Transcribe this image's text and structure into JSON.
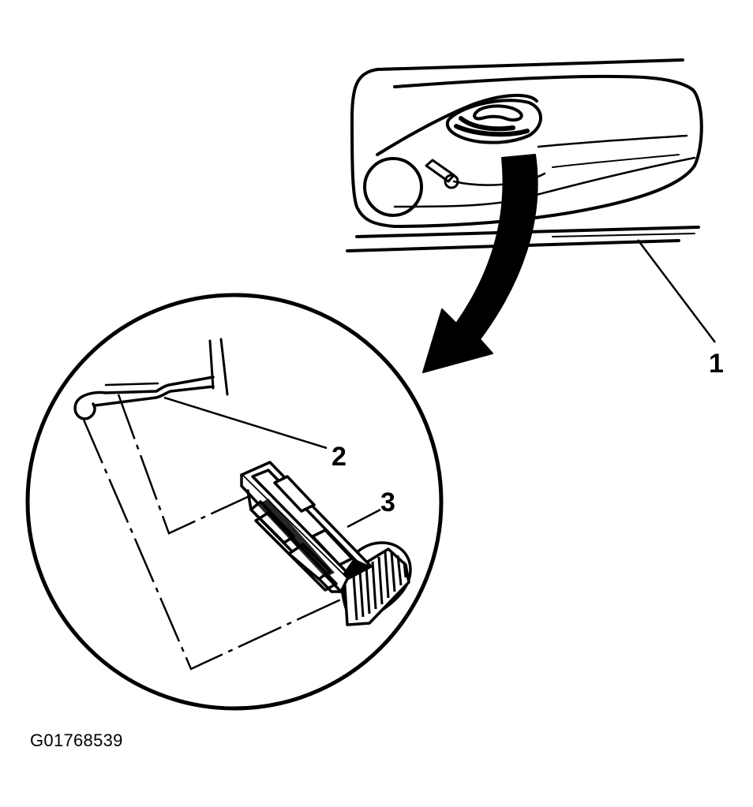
{
  "callouts": {
    "c1": "1",
    "c2": "2",
    "c3": "3"
  },
  "figure_id": "G01768539"
}
